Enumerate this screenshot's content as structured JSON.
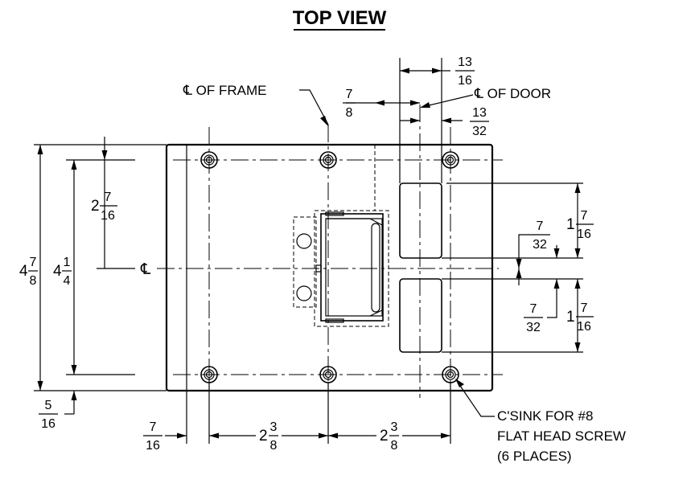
{
  "title": "TOP VIEW",
  "labels": {
    "cl_frame": "℄ OF FRAME",
    "cl_door": "℄ OF DOOR",
    "cl": "℄",
    "note_line1": "C'SINK FOR #8",
    "note_line2": "FLAT HEAD SCREW",
    "note_line3": "(6 PLACES)"
  },
  "dims": {
    "d_13_16": {
      "num": "13",
      "den": "16"
    },
    "d_7_8": {
      "num": "7",
      "den": "8"
    },
    "d_13_32": {
      "num": "13",
      "den": "32"
    },
    "d_2_7_16": {
      "whole": "2",
      "num": "7",
      "den": "16"
    },
    "d_4_7_8": {
      "whole": "4",
      "num": "7",
      "den": "8"
    },
    "d_4_1_4": {
      "whole": "4",
      "num": "1",
      "den": "4"
    },
    "d_1_7_16_top": {
      "whole": "1",
      "num": "7",
      "den": "16"
    },
    "d_7_32_top": {
      "num": "7",
      "den": "32"
    },
    "d_7_32_bot": {
      "num": "7",
      "den": "32"
    },
    "d_1_7_16_bot": {
      "whole": "1",
      "num": "7",
      "den": "16"
    },
    "d_5_16": {
      "num": "5",
      "den": "16"
    },
    "d_7_16": {
      "num": "7",
      "den": "16"
    },
    "d_2_3_8_a": {
      "whole": "2",
      "num": "3",
      "den": "8"
    },
    "d_2_3_8_b": {
      "whole": "2",
      "num": "3",
      "den": "8"
    }
  }
}
